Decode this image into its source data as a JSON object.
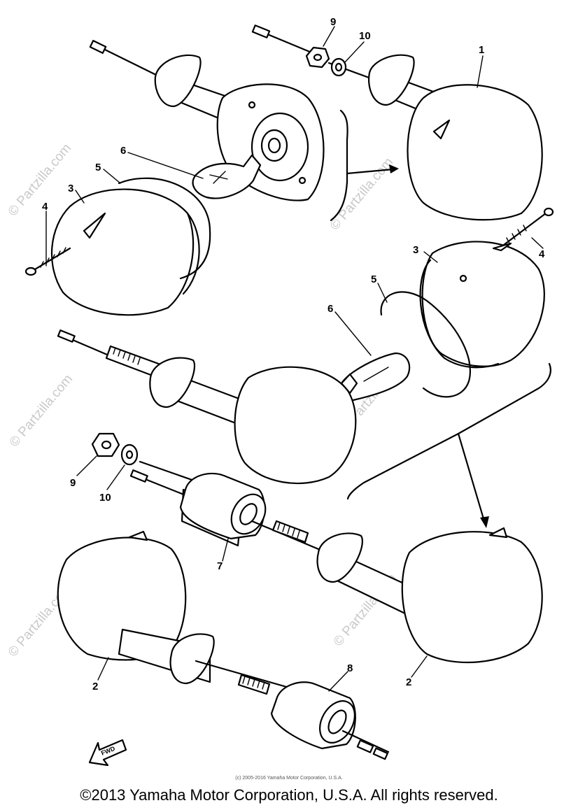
{
  "watermark": "© Partzilla.com",
  "small_credit": "(c) 2005-2016 Yamaha Motor Corporation, U.S.A.",
  "copyright": "©2013 Yamaha Motor Corporation, U.S.A. All rights reserved.",
  "fwd_label": "FWD",
  "callouts": {
    "c1": "1",
    "c2a": "2",
    "c2b": "2",
    "c3a": "3",
    "c3b": "3",
    "c4a": "4",
    "c4b": "4",
    "c5a": "5",
    "c5b": "5",
    "c6a": "6",
    "c6b": "6",
    "c7": "7",
    "c8": "8",
    "c9a": "9",
    "c9b": "9",
    "c10a": "10",
    "c10b": "10"
  }
}
